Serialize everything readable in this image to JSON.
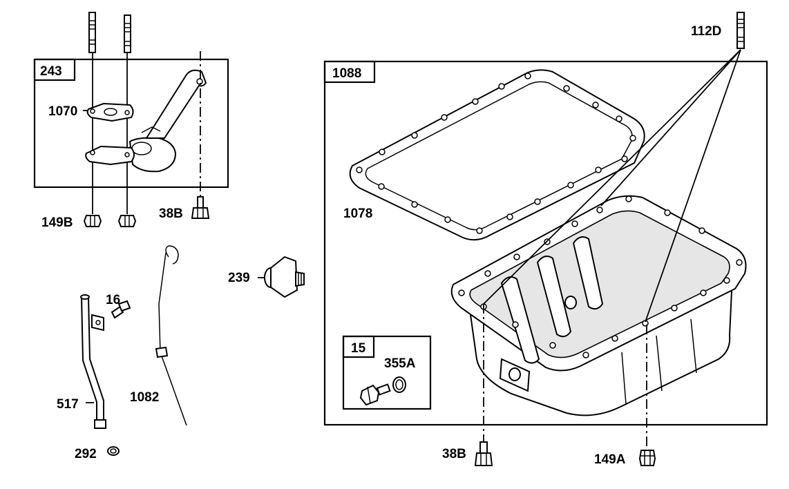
{
  "diagram": {
    "boxes": {
      "box_243": "243",
      "box_1088": "1088",
      "box_15": "15"
    },
    "labels": {
      "p1070": "1070",
      "p149B": "149B",
      "p38B_left": "38B",
      "p239": "239",
      "p16": "16",
      "p517": "517",
      "p1082": "1082",
      "p292": "292",
      "p1078": "1078",
      "p355A": "355A",
      "p112D": "112D",
      "p38B_bottom": "38B",
      "p149A": "149A"
    }
  }
}
